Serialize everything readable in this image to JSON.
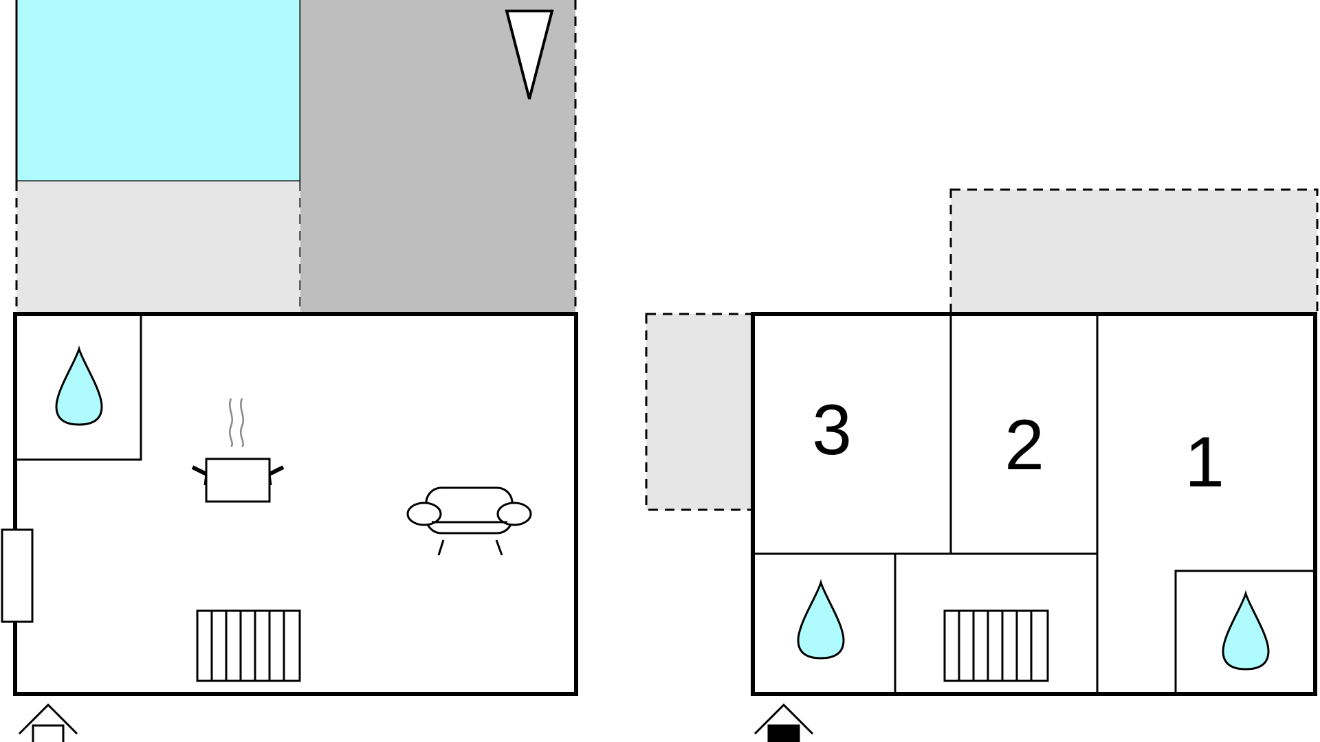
{
  "floor_plan": {
    "rooms": [
      {
        "label": "3",
        "kind": "bedroom"
      },
      {
        "label": "2",
        "kind": "bedroom"
      },
      {
        "label": "1",
        "kind": "bedroom"
      }
    ],
    "icons": [
      "water-drop-icon",
      "cooking-pot-icon",
      "sofa-icon",
      "radiator-icon",
      "entrance-house-icon",
      "compass-north-icon"
    ],
    "colors": {
      "pool": "#b0fbfd",
      "terrace": "#e6e6e6",
      "paved_area": "#bebebe",
      "water_drop": "#b0fbfd",
      "wall": "#000000"
    }
  }
}
